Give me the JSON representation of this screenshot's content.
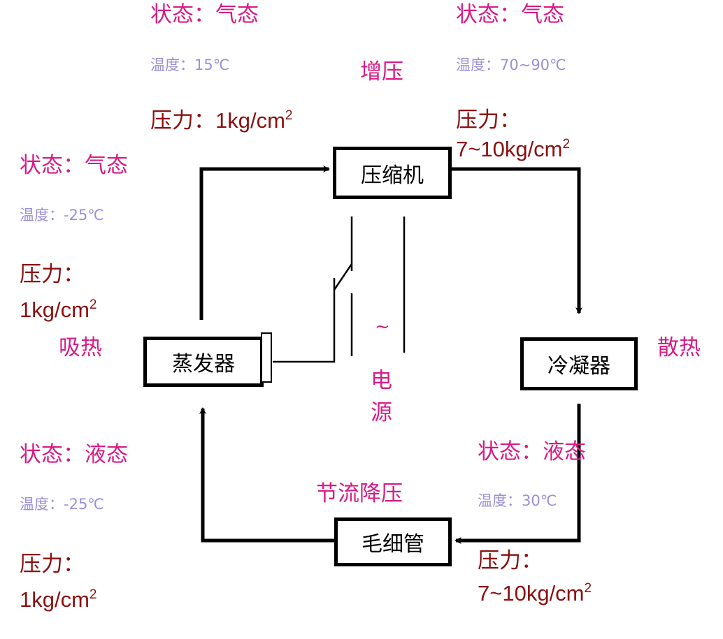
{
  "colors": {
    "state": "#d81b86",
    "temperature": "#9c8fd8",
    "pressure": "#8b1010",
    "line": "#000000"
  },
  "components": {
    "compressor": "压缩机",
    "condenser": "冷凝器",
    "capillary": "毛细管",
    "evaporator": "蒸发器"
  },
  "process_labels": {
    "compress": "增压",
    "release_heat": "散热",
    "throttle": "节流降压",
    "absorb_heat": "吸热",
    "power_1": "电",
    "power_2": "源",
    "ac_symbol": "~"
  },
  "states": {
    "compressor_in": {
      "state": "状态：气态",
      "temp": "温度：15℃",
      "pressure_label": "压力：",
      "pressure_value": "1kg/cm",
      "exp": "2"
    },
    "compressor_out": {
      "state": "状态：气态",
      "temp": "温度：70~90℃",
      "pressure_label": "压力：",
      "pressure_value": "7~10kg/cm",
      "exp": "2"
    },
    "evaporator_out": {
      "state": "状态：气态",
      "temp": "温度：-25℃",
      "pressure_label": "压力：",
      "pressure_value": "1kg/cm",
      "exp": "2"
    },
    "evaporator_in": {
      "state": "状态：液态",
      "temp": "温度：-25℃",
      "pressure_label": "压力：",
      "pressure_value": "1kg/cm",
      "exp": "2"
    },
    "condenser_out": {
      "state": "状态：液态",
      "temp": "温度：30℃",
      "pressure_label": "压力：",
      "pressure_value": "7~10kg/cm",
      "exp": "2"
    }
  }
}
